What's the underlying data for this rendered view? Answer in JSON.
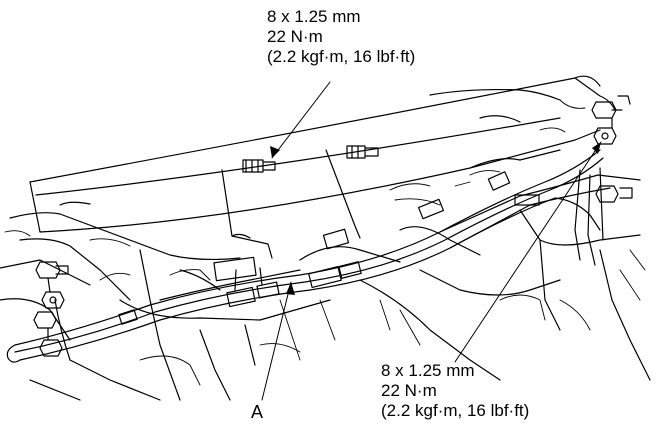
{
  "callouts": {
    "top": {
      "bolt_size": "8 x 1.25 mm",
      "torque_nm": "22 N·m",
      "torque_alt": "(2.2 kgf·m, 16 lbf·ft)"
    },
    "bottom": {
      "bolt_size": "8 x 1.25 mm",
      "torque_nm": "22 N·m",
      "torque_alt": "(2.2 kgf·m, 16 lbf·ft)"
    }
  },
  "labels": {
    "part_a": "A"
  },
  "colors": {
    "line": "#000000",
    "background": "#ffffff"
  }
}
